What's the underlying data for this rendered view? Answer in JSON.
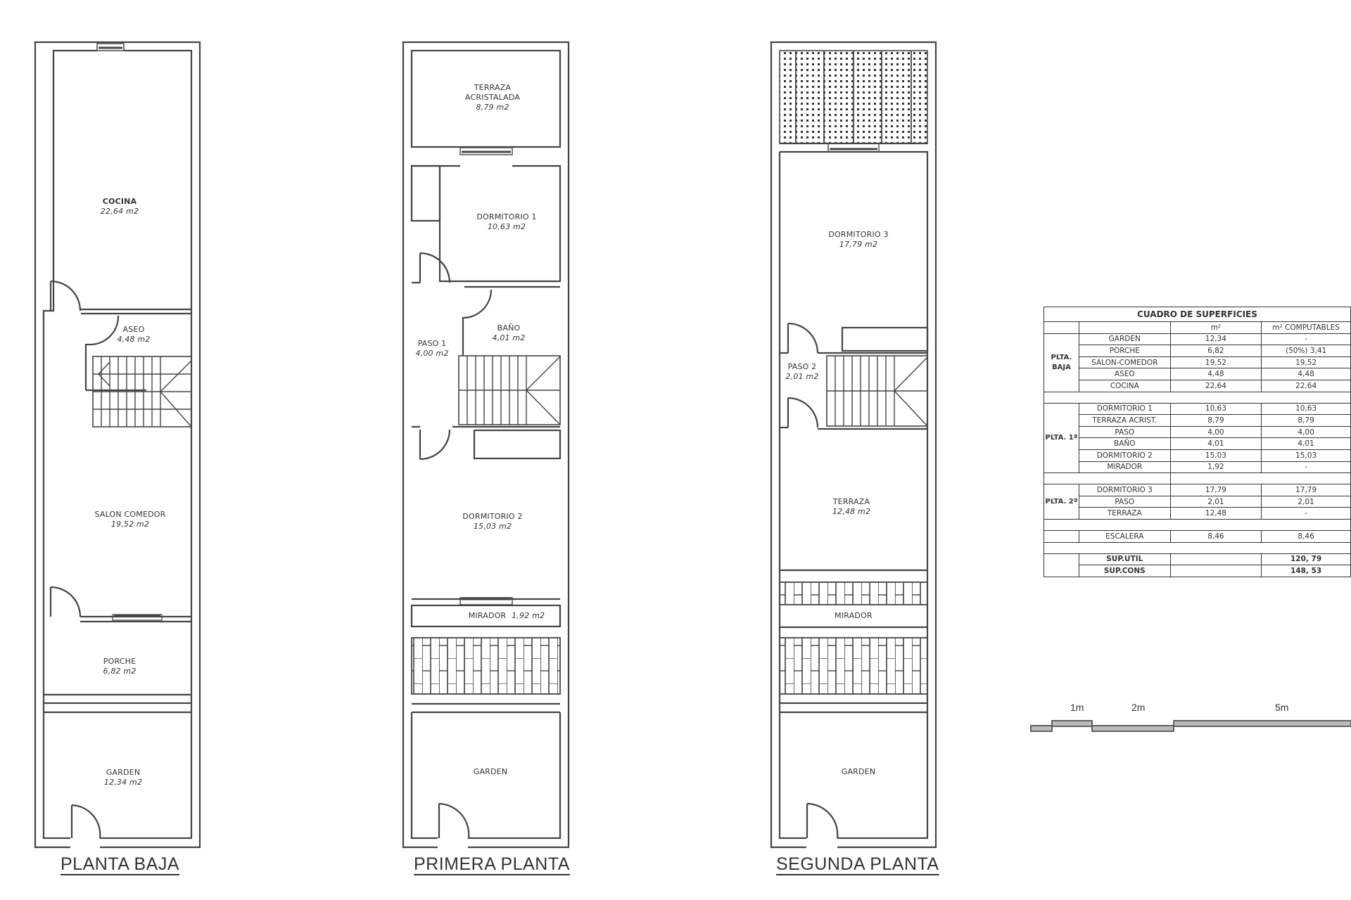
{
  "plans": [
    {
      "title": "PLANTA BAJA",
      "rooms": [
        {
          "name": "COCINA",
          "area": "22,64 m2"
        },
        {
          "name": "ASEO",
          "area": "4,48 m2"
        },
        {
          "name": "SALON COMEDOR",
          "area": "19,52 m2"
        },
        {
          "name": "PORCHE",
          "area": "6,82 m2"
        },
        {
          "name": "GARDEN",
          "area": "12,34 m2"
        }
      ]
    },
    {
      "title": "PRIMERA PLANTA",
      "rooms": [
        {
          "name": "TERRAZA ACRISTALADA",
          "area": "8,79 m2"
        },
        {
          "name": "DORMITORIO 1",
          "area": "10,63 m2"
        },
        {
          "name": "BAÑO",
          "area": "4,01 m2"
        },
        {
          "name": "PASO 1",
          "area": "4,00 m2"
        },
        {
          "name": "DORMITORIO 2",
          "area": "15,03 m2"
        },
        {
          "name": "MIRADOR",
          "area": "1,92 m2"
        },
        {
          "name": "GARDEN",
          "area": ""
        }
      ]
    },
    {
      "title": "SEGUNDA PLANTA",
      "rooms": [
        {
          "name": "DORMITORIO 3",
          "area": "17,79 m2"
        },
        {
          "name": "PASO 2",
          "area": "2,01 m2"
        },
        {
          "name": "TERRAZA",
          "area": "12,48 m2"
        },
        {
          "name": "MIRADOR",
          "area": ""
        },
        {
          "name": "GARDEN",
          "area": ""
        }
      ]
    }
  ],
  "table": {
    "title": "CUADRO DE SUPERFICIES",
    "columns": [
      "",
      "",
      "m²",
      "m² COMPUTABLES"
    ],
    "groups": [
      {
        "label": "PLTA. BAJA",
        "rows": [
          {
            "room": "GARDEN",
            "m2": "12,34",
            "computable": "-"
          },
          {
            "room": "PORCHE",
            "m2": "6,82",
            "computable": "(50%) 3,41"
          },
          {
            "room": "SALON-COMEDOR",
            "m2": "19,52",
            "computable": "19,52"
          },
          {
            "room": "ASEO",
            "m2": "4,48",
            "computable": "4,48"
          },
          {
            "room": "COCINA",
            "m2": "22,64",
            "computable": "22,64"
          }
        ]
      },
      {
        "label": "PLTA. 1ª",
        "rows": [
          {
            "room": "DORMITORIO 1",
            "m2": "10,63",
            "computable": "10,63"
          },
          {
            "room": "TERRAZA ACRIST.",
            "m2": "8,79",
            "computable": "8,79"
          },
          {
            "room": "PASO",
            "m2": "4,00",
            "computable": "4,00"
          },
          {
            "room": "BAÑO",
            "m2": "4,01",
            "computable": "4,01"
          },
          {
            "room": "DORMITORIO 2",
            "m2": "15,03",
            "computable": "15,03"
          },
          {
            "room": "MIRADOR",
            "m2": "1,92",
            "computable": "-"
          }
        ]
      },
      {
        "label": "PLTA. 2ª",
        "rows": [
          {
            "room": "DORMITORIO 3",
            "m2": "17,79",
            "computable": "17,79"
          },
          {
            "room": "PASO",
            "m2": "2,01",
            "computable": "2,01"
          },
          {
            "room": "TERRAZA",
            "m2": "12,48",
            "computable": "-"
          }
        ]
      }
    ],
    "stairs": {
      "room": "ESCALERA",
      "m2": "8,46",
      "computable": "8,46"
    },
    "totals": [
      {
        "label": "SUP.UTIL",
        "value": "120, 79"
      },
      {
        "label": "SUP.CONS",
        "value": "148, 53"
      }
    ]
  },
  "scale_bar": {
    "labels": [
      "1m",
      "2m",
      "5m"
    ]
  },
  "colors": {
    "line": "#333333",
    "background": "#ffffff"
  }
}
